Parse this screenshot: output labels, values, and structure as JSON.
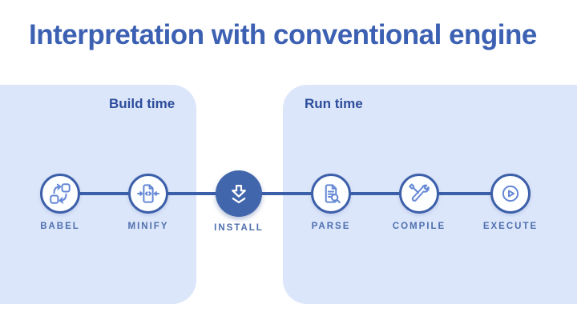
{
  "title": "Interpretation with conventional engine",
  "sections": {
    "build": "Build time",
    "run": "Run time"
  },
  "nodes": [
    {
      "label": "BABEL",
      "icon": "transform-icon",
      "section": "build"
    },
    {
      "label": "MINIFY",
      "icon": "compress-code-icon",
      "section": "build"
    },
    {
      "label": "INSTALL",
      "icon": "download-arrow-icon",
      "section": "between",
      "emphasis": true
    },
    {
      "label": "PARSE",
      "icon": "document-search-icon",
      "section": "run"
    },
    {
      "label": "COMPILE",
      "icon": "tools-icon",
      "section": "run"
    },
    {
      "label": "EXECUTE",
      "icon": "play-icon",
      "section": "run"
    }
  ],
  "colors": {
    "background": "#ffffff",
    "panel": "#dce6fa",
    "title": "#3c61b3",
    "section_label": "#2d4d9c",
    "node_border": "#3c5fa9",
    "install_fill": "#4166ac",
    "icon_stroke": "#6588d5",
    "node_label": "#4e6fae"
  }
}
